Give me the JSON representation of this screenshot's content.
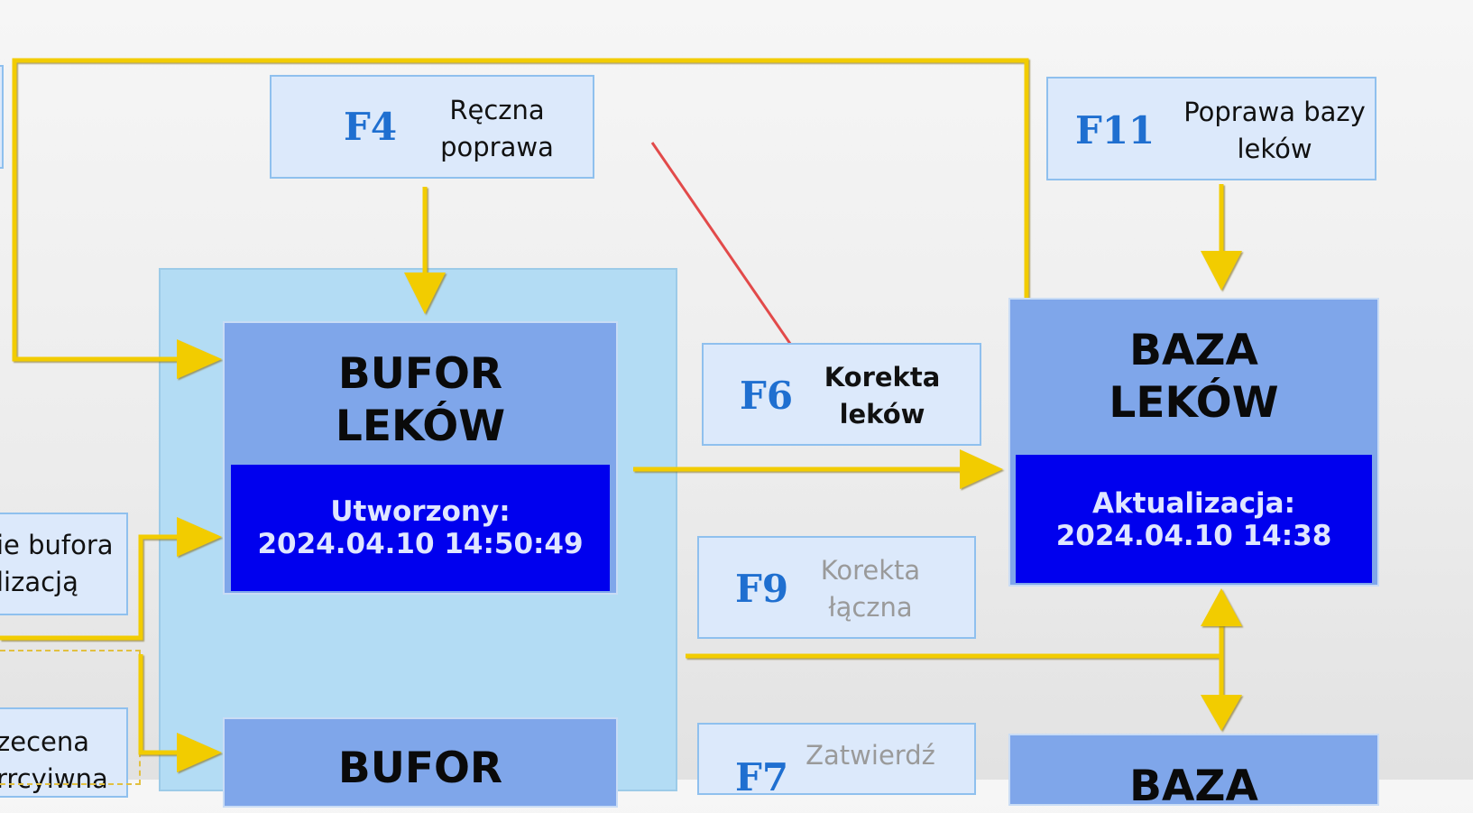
{
  "fkeys": {
    "f4": {
      "key": "F4",
      "label": "Ręczna\npoprawa"
    },
    "f11": {
      "key": "F11",
      "label": "Poprawa bazy\nleków"
    },
    "f6": {
      "key": "F6",
      "label": "Korekta\nleków"
    },
    "f9": {
      "key": "F9",
      "label": "Korekta\nłączna"
    },
    "f7": {
      "key": "F7",
      "label": "Zatwierdź"
    }
  },
  "blocks": {
    "bufor": {
      "title": "BUFOR\nLEKÓW",
      "info": "Utworzony:\n2024.04.10 14:50:49"
    },
    "baza": {
      "title": "BAZA\nLEKÓW",
      "info": "Aktualizacja:\n2024.04.10 14:38"
    },
    "bufor2": {
      "title": "BUFOR"
    },
    "baza2": {
      "title": "BAZA"
    }
  },
  "side_labels": {
    "left1": "ie bufora\nlizacją",
    "left2": "zecena\nrrcyiwna"
  },
  "colors": {
    "connector": "#f2cc00",
    "annotation_arrow": "#e24a4a",
    "block_head": "#7fa6ea",
    "block_info": "#0000ee",
    "fkey_bg": "#dce9fb",
    "group_bg": "#b3dcf4"
  }
}
